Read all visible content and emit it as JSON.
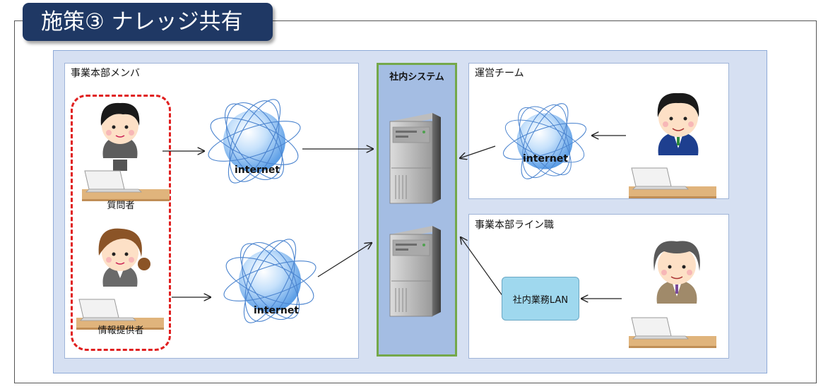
{
  "title": "施策③ ナレッジ共有",
  "panels": {
    "members": "事業本部メンバ",
    "system": "社内システム",
    "operations": "運営チーム",
    "line_staff": "事業本部ライン職"
  },
  "roles": {
    "questioner": "質問者",
    "provider": "情報提供者"
  },
  "network_label": "internet",
  "lan_label": "社内業務LAN",
  "colors": {
    "title_bg": "#1f3864",
    "outer_bg": "#d6e0f2",
    "system_bg": "#a4bde3",
    "system_border": "#74a84a",
    "dashed_group": "#e01f1f",
    "lan_box": "#9fd8ee"
  },
  "icons": [
    "server-icon",
    "globe-icon",
    "person-at-laptop-icon",
    "arrow-icon"
  ]
}
